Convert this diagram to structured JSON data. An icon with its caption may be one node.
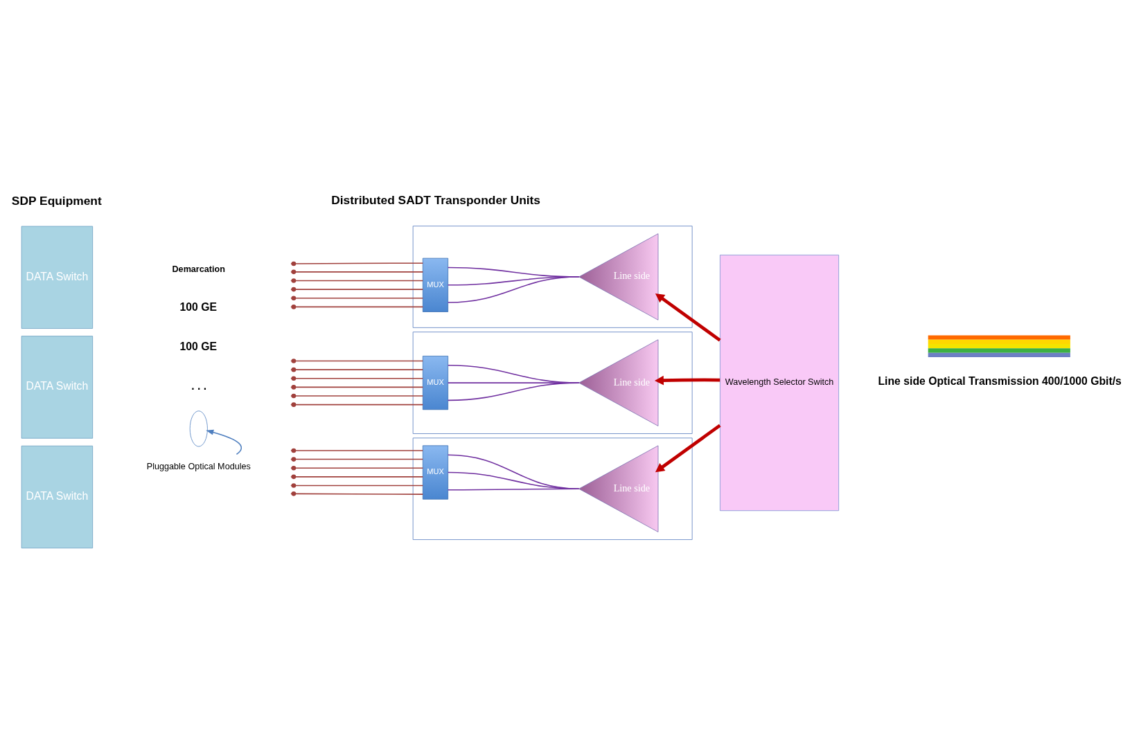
{
  "diagram": {
    "nodes": [
      {
        "text": [
          "DATA Switch"
        ]
      },
      {
        "text": [
          "DATA Switch"
        ]
      },
      {
        "text": [
          "DATA Switch"
        ]
      },
      {
        "text": [],
        "shape": "box"
      },
      {
        "text": [
          "MUX"
        ],
        "in": 3
      },
      {
        "text": [
          "Line side"
        ],
        "in": 3
      },
      {
        "text": [],
        "shape": "box"
      },
      {
        "text": [
          "MUX"
        ],
        "in": 6
      },
      {
        "text": [
          "Line side"
        ],
        "in": 6
      },
      {
        "text": [],
        "shape": "box"
      },
      {
        "text": [
          "MUX"
        ],
        "in": 9
      },
      {
        "text": [
          "Line side"
        ],
        "in": 9
      },
      {
        "text": [
          "Wavelength Selector Switch"
        ]
      },
      {
        "text": [],
        "shape": "bar"
      },
      {
        "text": [],
        "shape": "circle"
      },
      {
        "text": [
          "Pluggable Optical Modules"
        ]
      }
    ],
    "edges": [
      {
        "from": null,
        "to": 4,
        "arrow": "other"
      },
      {
        "from": null,
        "to": 4,
        "arrow": "other"
      },
      {
        "from": null,
        "to": 4,
        "arrow": "other"
      },
      {
        "from": null,
        "to": 4,
        "arrow": "other"
      },
      {
        "from": null,
        "to": 4,
        "arrow": "other"
      },
      {
        "from": null,
        "to": 4,
        "arrow": "other"
      },
      {
        "from": 4,
        "to": 5,
        "arrow": "none",
        "color": "#7030a0"
      },
      {
        "from": 4,
        "to": 5,
        "arrow": "none",
        "color": "#7030a0"
      },
      {
        "from": 4,
        "to": 5,
        "arrow": "none",
        "color": "#7030a0"
      },
      {
        "from": null,
        "to": 7,
        "arrow": "other"
      },
      {
        "from": null,
        "to": 7,
        "arrow": "other"
      },
      {
        "from": null,
        "to": 7,
        "arrow": "other"
      },
      {
        "from": null,
        "to": 7,
        "arrow": "other"
      },
      {
        "from": null,
        "to": 7,
        "arrow": "other"
      },
      {
        "from": null,
        "to": 7,
        "arrow": "other"
      },
      {
        "from": 7,
        "to": 8,
        "arrow": "none",
        "color": "#7030a0"
      },
      {
        "from": 7,
        "to": 8,
        "arrow": "none",
        "color": "#7030a0"
      },
      {
        "from": 7,
        "to": 8,
        "arrow": "none",
        "color": "#7030a0"
      },
      {
        "from": null,
        "to": 10,
        "arrow": "other"
      },
      {
        "from": null,
        "to": 10,
        "arrow": "other"
      },
      {
        "from": null,
        "to": 10,
        "arrow": "other"
      },
      {
        "from": null,
        "to": 10,
        "arrow": "other"
      },
      {
        "from": null,
        "to": 10,
        "arrow": "other"
      },
      {
        "from": null,
        "to": 10,
        "arrow": "other"
      },
      {
        "from": 10,
        "to": 11,
        "arrow": "none",
        "color": "#7030a0"
      },
      {
        "from": 10,
        "to": 11,
        "arrow": "none",
        "color": "#7030a0"
      },
      {
        "from": 10,
        "to": 11,
        "arrow": "none",
        "color": "#7030a0"
      },
      {
        "from": 12,
        "to": 5,
        "arrow": "to",
        "style": "thick",
        "color": "#c00000"
      },
      {
        "from": 12,
        "to": 8,
        "arrow": "to",
        "style": "thick",
        "color": "#c00000"
      },
      {
        "from": 12,
        "to": 11,
        "arrow": "to",
        "style": "thick",
        "color": "#c00000"
      },
      {
        "from": 15,
        "to": 14,
        "arrow": "to",
        "color": "#4f7fbf"
      }
    ],
    "labels": [
      "SDP Equipment",
      "Distributed SADT Transponder Units",
      "Demarcation",
      "100 GE",
      "100 GE",
      ". . .",
      "Line side Optical Transmission 400/1000 Gbit/s"
    ]
  }
}
